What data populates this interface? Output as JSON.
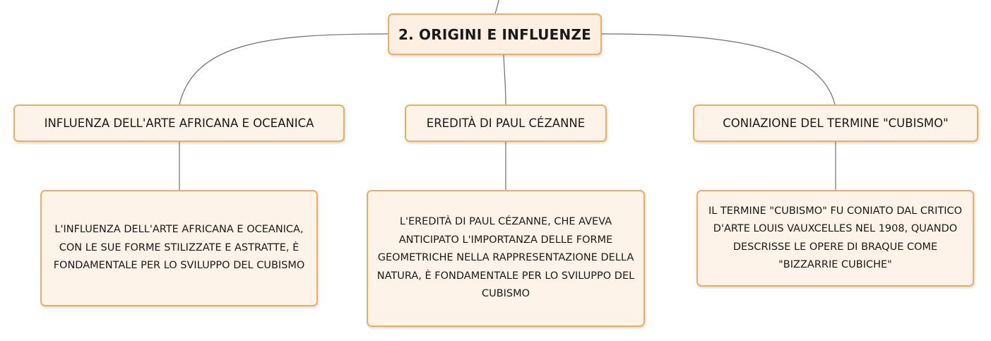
{
  "root": {
    "label": "2. ORIGINI E INFLUENZE"
  },
  "branches": [
    {
      "label": "INFLUENZA DELL'ARTE AFRICANA E OCEANICA",
      "detail": "L'INFLUENZA DELL'ARTE AFRICANA E OCEANICA, CON LE SUE FORME STILIZZATE E ASTRATTE, È FONDAMENTALE PER LO SVILUPPO DEL CUBISMO"
    },
    {
      "label": "EREDITÀ DI PAUL CÉZANNE",
      "detail": "L'EREDITÀ DI PAUL CÉZANNE, CHE AVEVA ANTICIPATO L'IMPORTANZA DELLE FORME GEOMETRICHE NELLA RAPPRESENTAZIONE DELLA NATURA, È FONDAMENTALE PER LO SVILUPPO DEL CUBISMO"
    },
    {
      "label": "CONIAZIONE DEL TERMINE \"CUBISMO\"",
      "detail": "IL TERMINE \"CUBISMO\" FU CONIATO DAL CRITICO D'ARTE LOUIS VAUXCELLES NEL 1908, QUANDO DESCRISSE LE OPERE DI BRAQUE COME \"BIZZARRIE CUBICHE\""
    }
  ],
  "colors": {
    "node_fill": "#fdf3e8",
    "node_border": "#f2ad5c",
    "connector": "#6f6f6f"
  }
}
